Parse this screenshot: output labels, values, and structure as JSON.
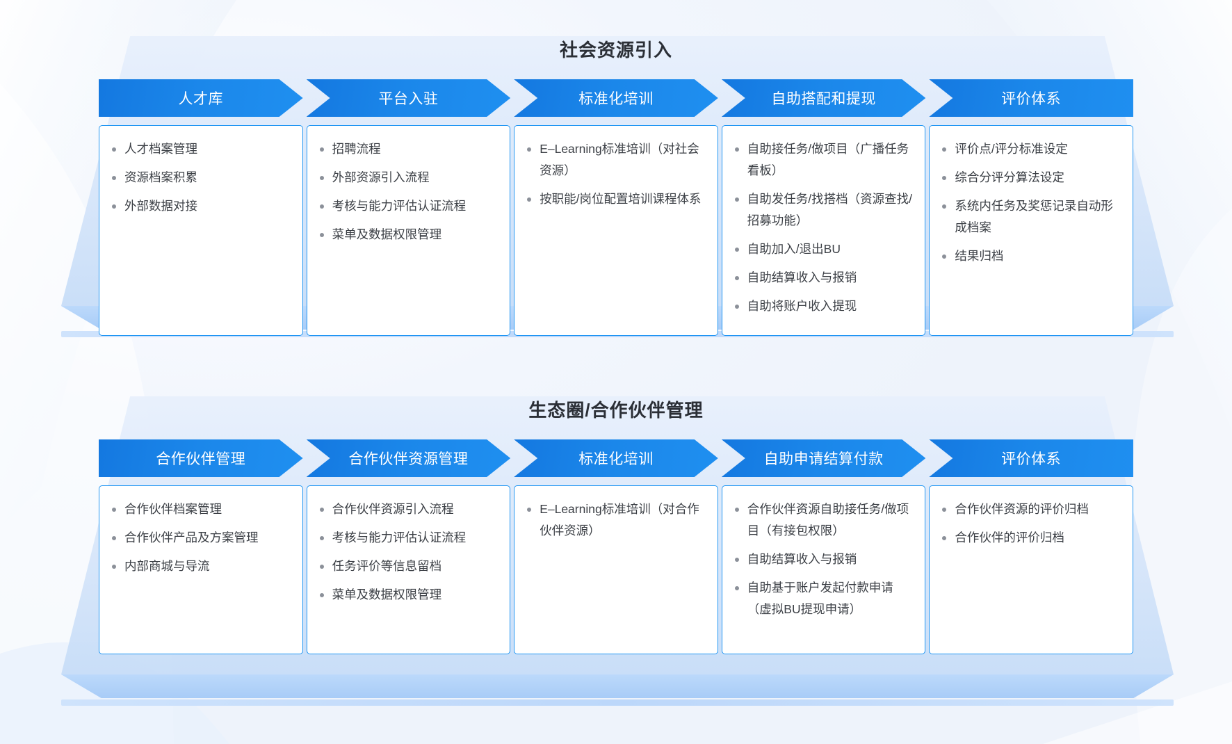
{
  "colors": {
    "chevron_start": "#1478e0",
    "chevron_end": "#1f8ff0",
    "card_border": "#2196f3",
    "title_text": "#2b2f36",
    "body_text": "#3b3f45",
    "bullet": "#8b9099",
    "slab_top": "#dbe8fa",
    "slab_base": "#a8ccf7",
    "page_bg": "#f4f7fc"
  },
  "sections": [
    {
      "title": "社会资源引入",
      "stages": [
        {
          "header": "人才库",
          "items": [
            "人才档案管理",
            "资源档案积累",
            "外部数据对接"
          ]
        },
        {
          "header": "平台入驻",
          "items": [
            "招聘流程",
            "外部资源引入流程",
            "考核与能力评估认证流程",
            "菜单及数据权限管理"
          ]
        },
        {
          "header": "标准化培训",
          "items": [
            "E–Learning标准培训（对社会资源）",
            "按职能/岗位配置培训课程体系"
          ]
        },
        {
          "header": "自助搭配和提现",
          "items": [
            "自助接任务/做项目（广播任务看板）",
            "自助发任务/找搭档（资源查找/招募功能）",
            "自助加入/退出BU",
            "自助结算收入与报销",
            "自助将账户收入提现"
          ]
        },
        {
          "header": "评价体系",
          "items": [
            "评价点/评分标准设定",
            "综合分评分算法设定",
            "系统内任务及奖惩记录自动形成档案",
            "结果归档"
          ]
        }
      ]
    },
    {
      "title": "生态圈/合作伙伴管理",
      "stages": [
        {
          "header": "合作伙伴管理",
          "items": [
            "合作伙伴档案管理",
            "合作伙伴产品及方案管理",
            "内部商城与导流"
          ]
        },
        {
          "header": "合作伙伴资源管理",
          "items": [
            "合作伙伴资源引入流程",
            "考核与能力评估认证流程",
            "任务评价等信息留档",
            "菜单及数据权限管理"
          ]
        },
        {
          "header": "标准化培训",
          "items": [
            "E–Learning标准培训（对合作伙伴资源）"
          ]
        },
        {
          "header": "自助申请结算付款",
          "items": [
            "合作伙伴资源自助接任务/做项目（有接包权限）",
            "自助结算收入与报销",
            "自助基于账户发起付款申请（虚拟BU提现申请）"
          ]
        },
        {
          "header": "评价体系",
          "items": [
            "合作伙伴资源的评价归档",
            "合作伙伴的评价归档"
          ]
        }
      ]
    }
  ]
}
